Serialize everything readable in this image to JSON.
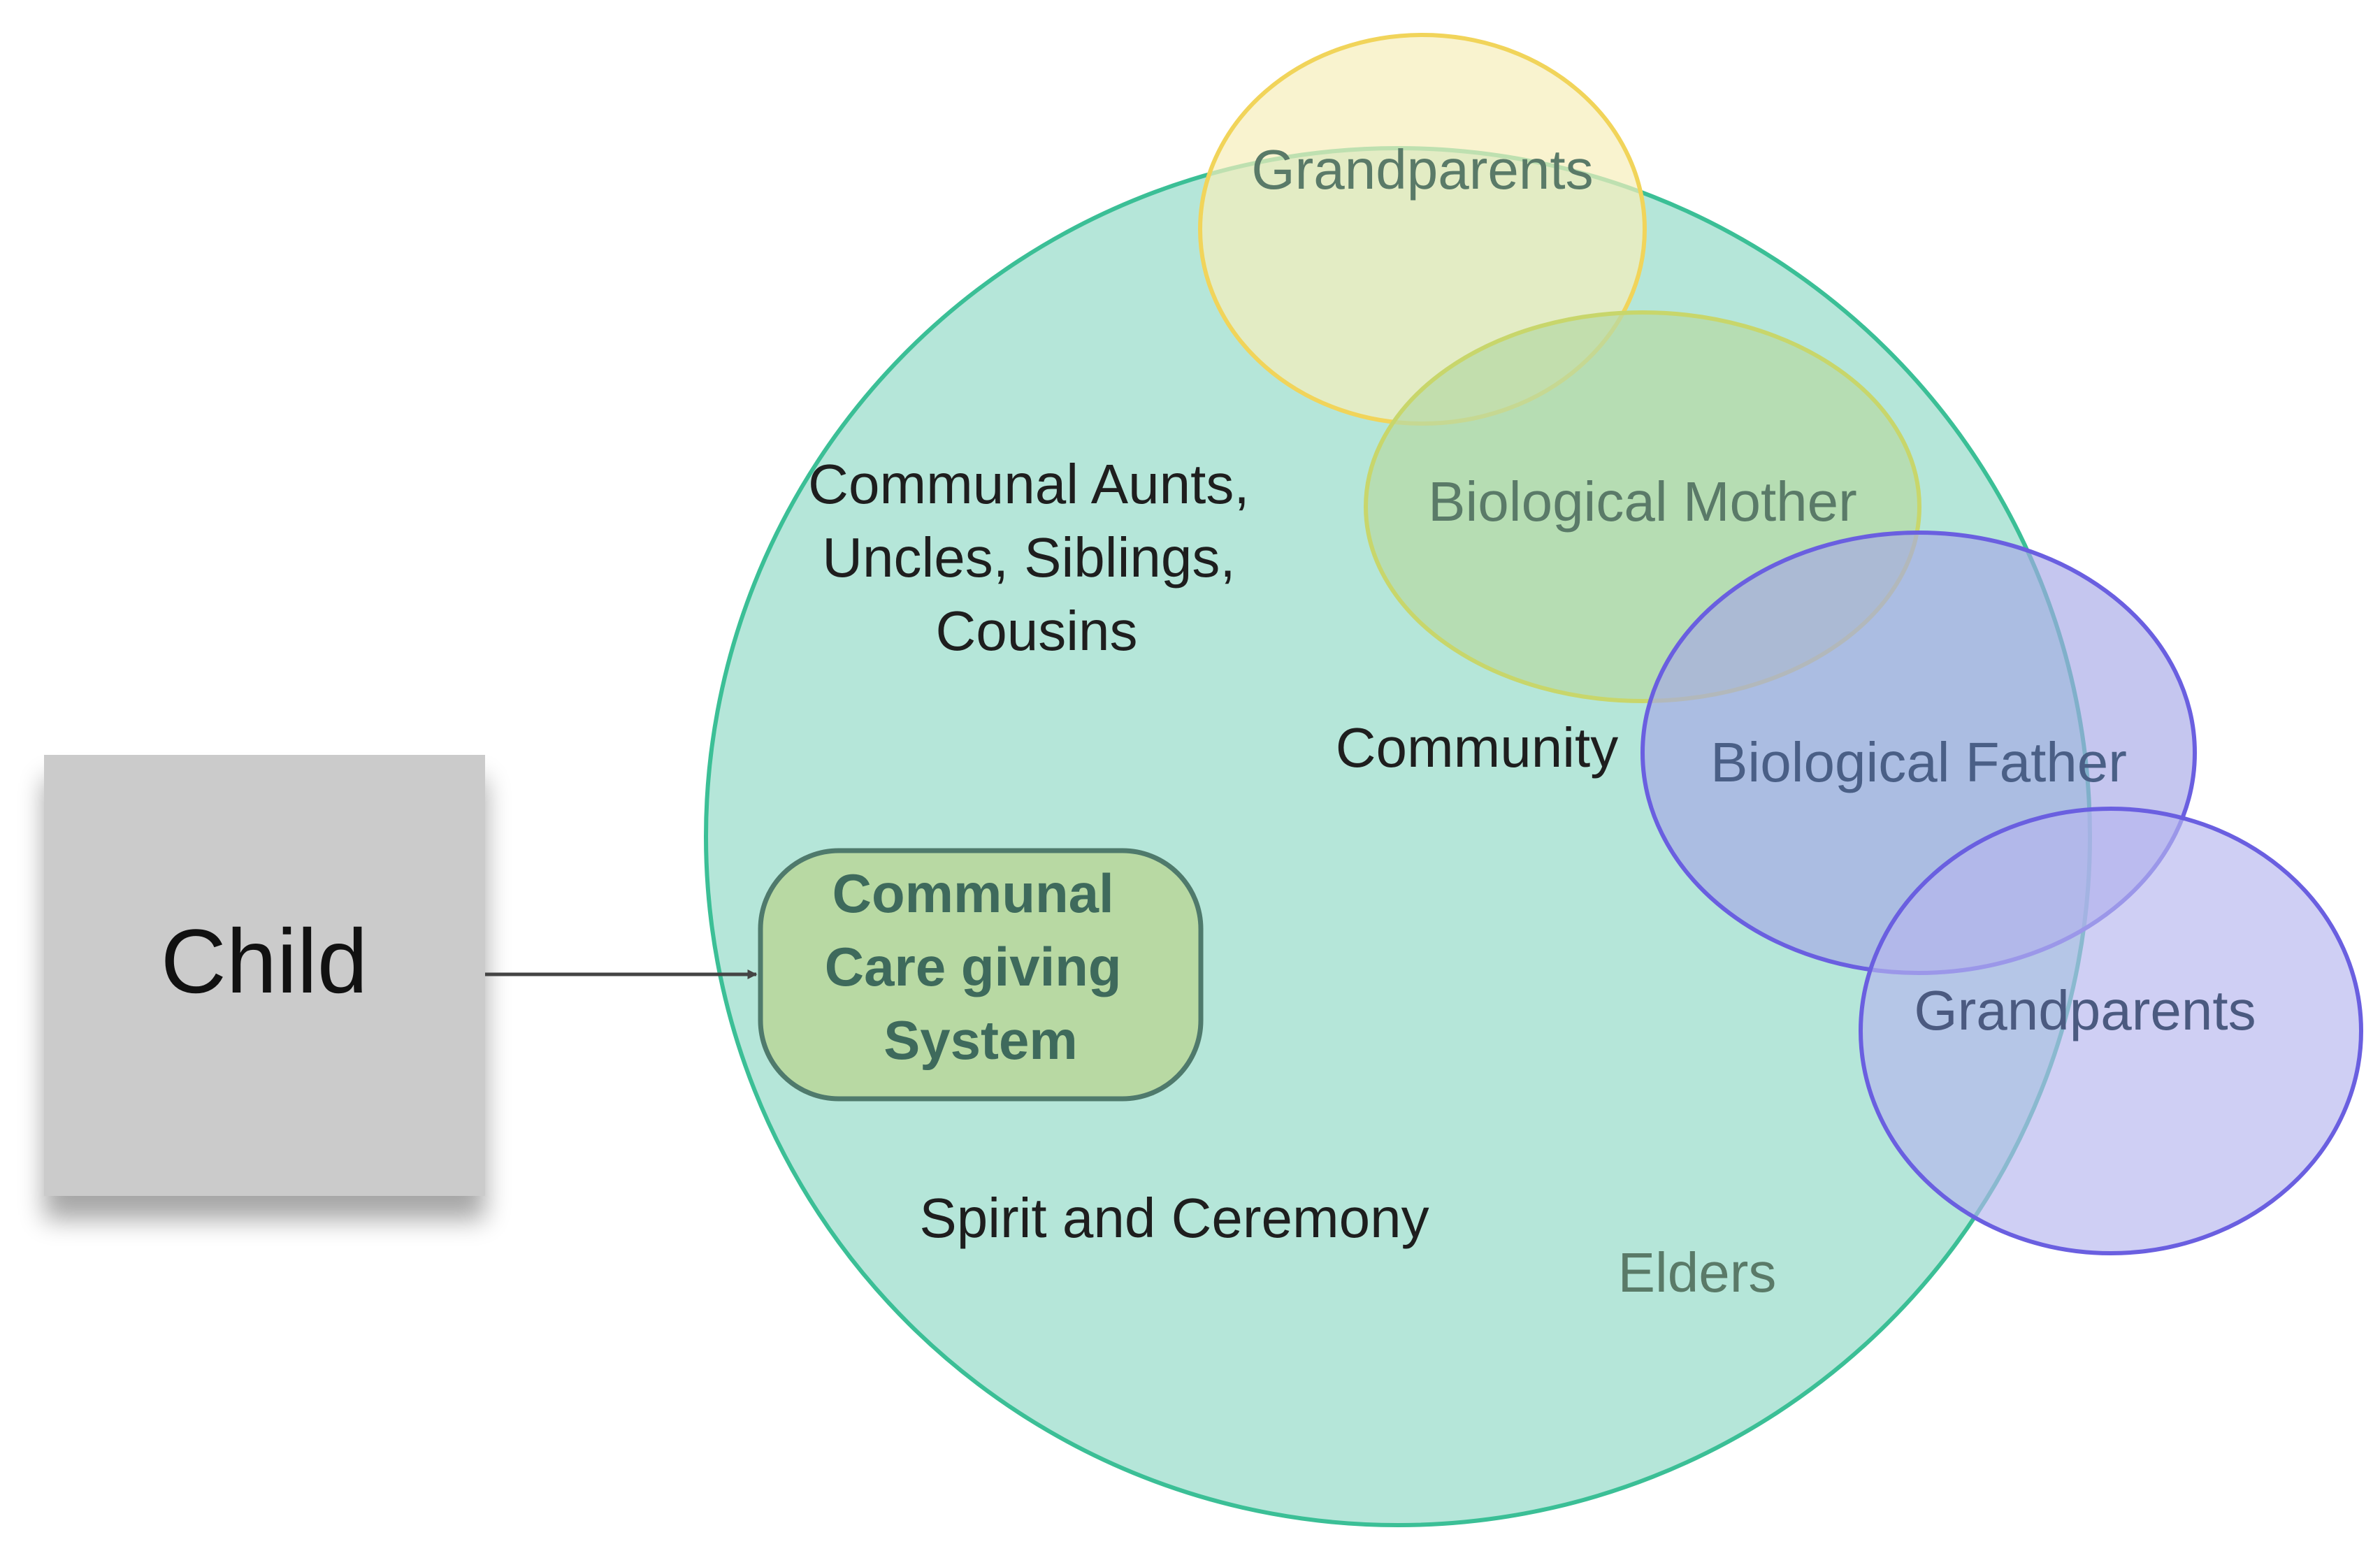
{
  "colors": {
    "community_fill": "#b5e6d9",
    "community_stroke": "#3bbf96",
    "maternal_grandparents_fill": "#f7eebb",
    "maternal_grandparents_stroke": "#f1d45a",
    "mother_fill": "#b7d9a6",
    "mother_stroke": "#c8d66b",
    "father_fill": "#a6a8e6",
    "father_stroke": "#6a5fe0",
    "paternal_grandparents_fill": "#b6b6ee",
    "paternal_grandparents_stroke": "#6a5fe0",
    "child_box_fill": "#cbcbcb",
    "care_box_fill": "#b8d9a3",
    "care_box_stroke": "#4f7a6c",
    "arrow_color": "#444444",
    "label_dark": "#1e1e1e",
    "label_muted": "#5a7a68",
    "label_father": "#4a5f86",
    "label_grandparents_lower": "#4b5a80",
    "label_care": "#3e6a5c"
  },
  "nodes": {
    "child": {
      "label": "Child"
    },
    "care_system": {
      "lines": [
        "Communal",
        "Care giving",
        "System"
      ]
    },
    "community": {
      "label": "Community"
    },
    "aunts_uncles": {
      "lines": [
        "Communal Aunts,",
        "Uncles, Siblings,",
        "Cousins"
      ]
    },
    "spirit": {
      "label": "Spirit and Ceremony"
    },
    "elders": {
      "label": "Elders"
    },
    "maternal_grandparents": {
      "label": "Grandparents"
    },
    "mother": {
      "label": "Biological Mother"
    },
    "father": {
      "label": "Biological Father"
    },
    "paternal_grandparents": {
      "label": "Grandparents"
    }
  }
}
